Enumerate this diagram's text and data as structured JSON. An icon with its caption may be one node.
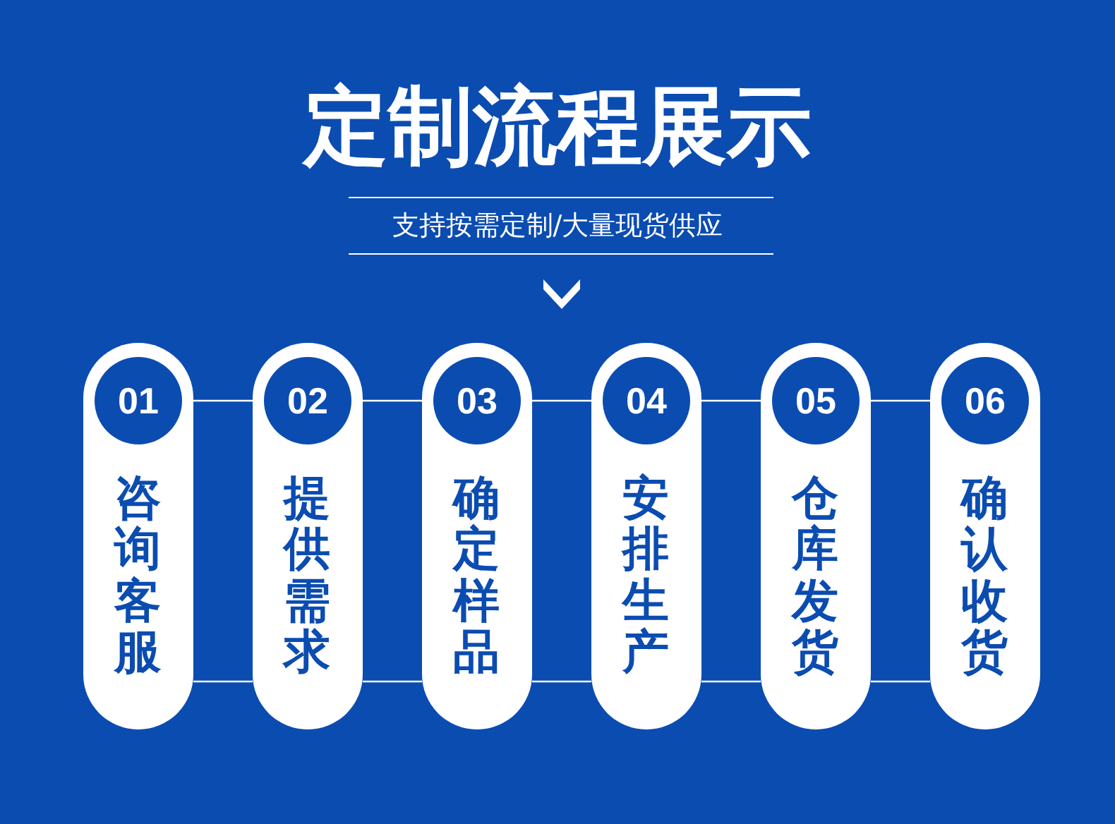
{
  "diagram": {
    "title": "定制流程展示",
    "nodes": [
      {
        "text": [
          "咨询客服"
        ]
      },
      {
        "text": [
          "01"
        ],
        "in": 0
      },
      {
        "text": [
          "提供需求"
        ]
      },
      {
        "text": [
          "02"
        ],
        "in": 2
      },
      {
        "text": [
          "确定样品"
        ]
      },
      {
        "text": [
          "03"
        ],
        "in": 4
      },
      {
        "text": [
          "安排生产"
        ]
      },
      {
        "text": [
          "04"
        ],
        "in": 6
      },
      {
        "text": [
          "仓库发货"
        ]
      },
      {
        "text": [
          "05"
        ],
        "in": 8
      },
      {
        "text": [
          "确认收货"
        ]
      },
      {
        "text": [
          "06"
        ],
        "in": 10
      }
    ],
    "edges": [
      {
        "from": 0,
        "to": 2,
        "arrow": "none"
      },
      {
        "from": 0,
        "to": 2,
        "arrow": "none"
      },
      {
        "from": 2,
        "to": 4,
        "arrow": "none"
      },
      {
        "from": 2,
        "to": 4,
        "arrow": "none"
      },
      {
        "from": 4,
        "to": 6,
        "arrow": "none"
      },
      {
        "from": 4,
        "to": 6,
        "arrow": "none"
      },
      {
        "from": 6,
        "to": 8,
        "arrow": "none"
      },
      {
        "from": 6,
        "to": 8,
        "arrow": "none"
      },
      {
        "from": 8,
        "to": 10,
        "arrow": "none"
      },
      {
        "from": 8,
        "to": 10,
        "arrow": "none"
      }
    ],
    "labels": [
      "支持按需定制/大量现货供应"
    ]
  }
}
